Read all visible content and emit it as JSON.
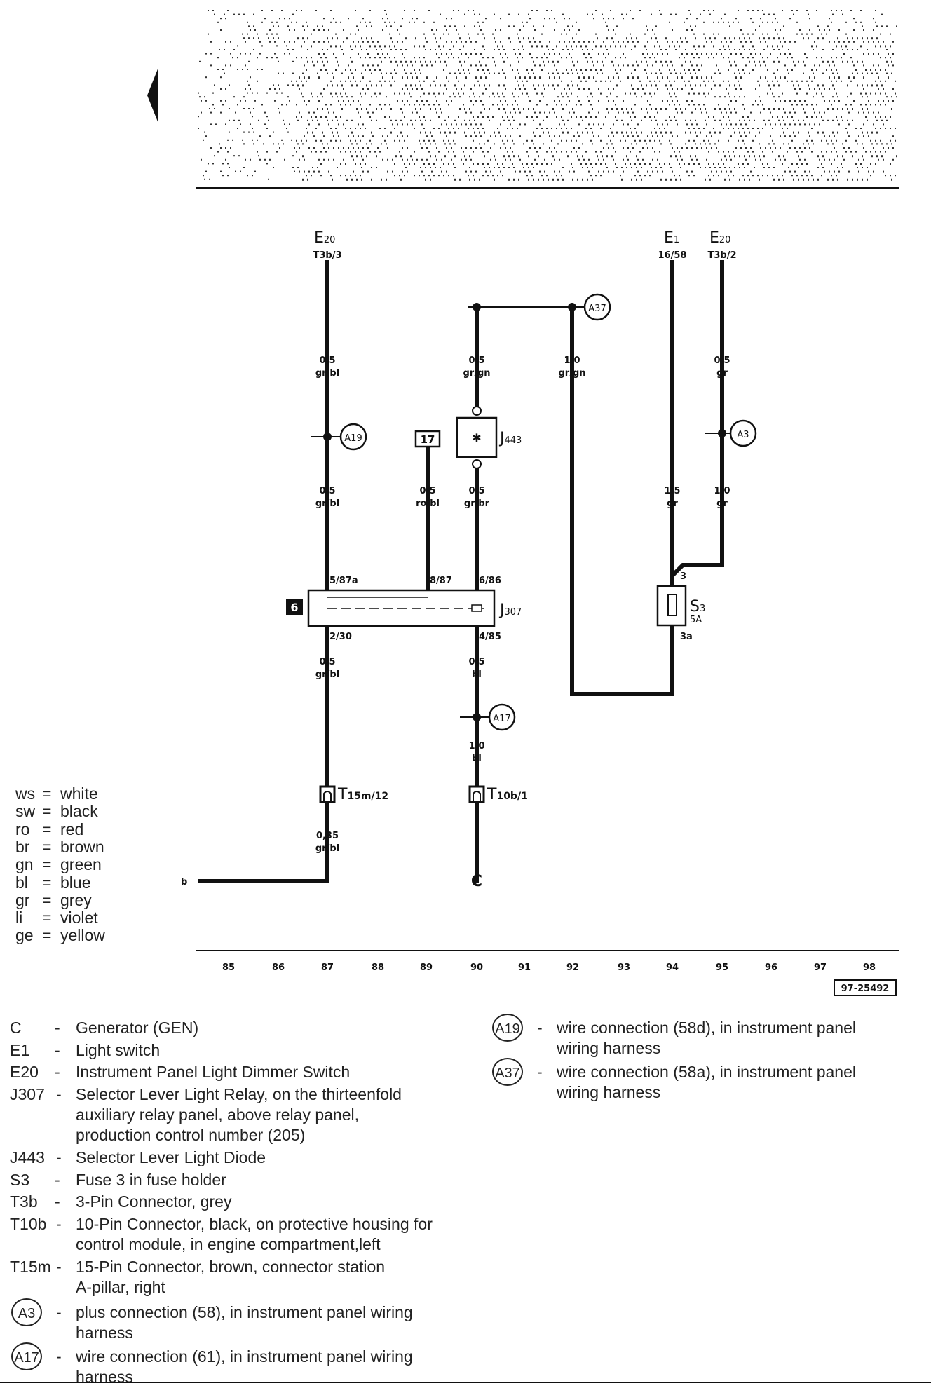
{
  "page_id": "97-25492",
  "track_numbers": [
    "85",
    "86",
    "87",
    "88",
    "89",
    "90",
    "91",
    "92",
    "93",
    "94",
    "95",
    "96",
    "97",
    "98"
  ],
  "components": {
    "E20_top_left": {
      "name": "E",
      "sub": "20",
      "pin": "T3b/3"
    },
    "E1_top": {
      "name": "E",
      "sub": "1",
      "pin": "16/58"
    },
    "E20_top_right": {
      "name": "E",
      "sub": "20",
      "pin": "T3b/2"
    },
    "J443": {
      "name": "J",
      "sub": "443"
    },
    "J307": {
      "name": "J",
      "sub": "307"
    },
    "S3": {
      "name": "S",
      "sub": "3",
      "rating": "5A",
      "pin_in": "3",
      "pin_out": "3a"
    },
    "T15m": {
      "name": "T",
      "sub": "15m/12"
    },
    "T10b": {
      "name": "T",
      "sub": "10b/1"
    },
    "C": {
      "name": "C"
    },
    "b_label": "b",
    "relay_box_number": "6",
    "box_17": "17"
  },
  "relay_pins": {
    "p1": "5/87a",
    "p2": "8/87",
    "p3": "6/86",
    "p4": "2/30",
    "p5": "4/85"
  },
  "wire_labels": {
    "w1": {
      "size": "0,5",
      "color": "gr/bl"
    },
    "w2": {
      "size": "0,5",
      "color": "gr/gn"
    },
    "w3": {
      "size": "1,0",
      "color": "gr/gn"
    },
    "w4": {
      "size": "0,5",
      "color": "gr"
    },
    "w5": {
      "size": "0,5",
      "color": "gr/bl"
    },
    "w6": {
      "size": "0,5",
      "color": "ro/bl"
    },
    "w7": {
      "size": "0,5",
      "color": "gr/br"
    },
    "w8": {
      "size": "1,5",
      "color": "gr"
    },
    "w9": {
      "size": "1,0",
      "color": "gr"
    },
    "w10": {
      "size": "0,5",
      "color": "gr/bl"
    },
    "w11": {
      "size": "0,5",
      "color": "bl"
    },
    "w12": {
      "size": "1,0",
      "color": "bl"
    },
    "w13": {
      "size": "0,35",
      "color": "gr/bl"
    }
  },
  "connections": {
    "A37": "A37",
    "A19": "A19",
    "A3": "A3",
    "A17": "A17"
  },
  "color_legend": [
    {
      "code": "ws",
      "sep": "=",
      "name": "white"
    },
    {
      "code": "sw",
      "sep": "=",
      "name": "black"
    },
    {
      "code": "ro",
      "sep": "=",
      "name": "red"
    },
    {
      "code": "br",
      "sep": "=",
      "name": "brown"
    },
    {
      "code": "gn",
      "sep": "=",
      "name": "green"
    },
    {
      "code": "bl",
      "sep": "=",
      "name": "blue"
    },
    {
      "code": "gr",
      "sep": "=",
      "name": "grey"
    },
    {
      "code": "li",
      "sep": "=",
      "name": "violet"
    },
    {
      "code": "ge",
      "sep": "=",
      "name": "yellow"
    }
  ],
  "key_left": [
    {
      "code": "C",
      "dash": "-",
      "lines": [
        "Generator (GEN)"
      ]
    },
    {
      "code": "E1",
      "dash": "-",
      "lines": [
        "Light switch"
      ]
    },
    {
      "code": "E20",
      "dash": "-",
      "lines": [
        "Instrument Panel Light Dimmer Switch"
      ]
    },
    {
      "code": "J307",
      "dash": "-",
      "lines": [
        "Selector Lever Light Relay, on the thirteenfold",
        "auxiliary relay panel, above relay panel,",
        "production control number (205)"
      ]
    },
    {
      "code": "J443",
      "dash": "-",
      "lines": [
        "Selector Lever Light Diode"
      ]
    },
    {
      "code": "S3",
      "dash": "-",
      "lines": [
        "Fuse 3 in fuse holder"
      ]
    },
    {
      "code": "T3b",
      "dash": "-",
      "lines": [
        "3-Pin Connector, grey"
      ]
    },
    {
      "code": "T10b",
      "dash": "-",
      "lines": [
        "10-Pin Connector, black, on protective housing for",
        "control module, in engine compartment,left"
      ]
    },
    {
      "code": "T15m",
      "dash": "-",
      "lines": [
        "15-Pin Connector, brown, connector station",
        "A-pillar, right"
      ]
    }
  ],
  "key_left_circles": [
    {
      "code": "A3",
      "dash": "-",
      "lines": [
        "plus connection (58), in instrument panel wiring",
        "harness"
      ]
    },
    {
      "code": "A17",
      "dash": "-",
      "lines": [
        "wire connection (61), in instrument panel wiring",
        "harness"
      ]
    }
  ],
  "key_right_circles": [
    {
      "code": "A19",
      "dash": "-",
      "lines": [
        "wire connection (58d), in instrument panel",
        "wiring harness"
      ]
    },
    {
      "code": "A37",
      "dash": "-",
      "lines": [
        "wire connection (58a), in instrument panel",
        "wiring harness"
      ]
    }
  ]
}
